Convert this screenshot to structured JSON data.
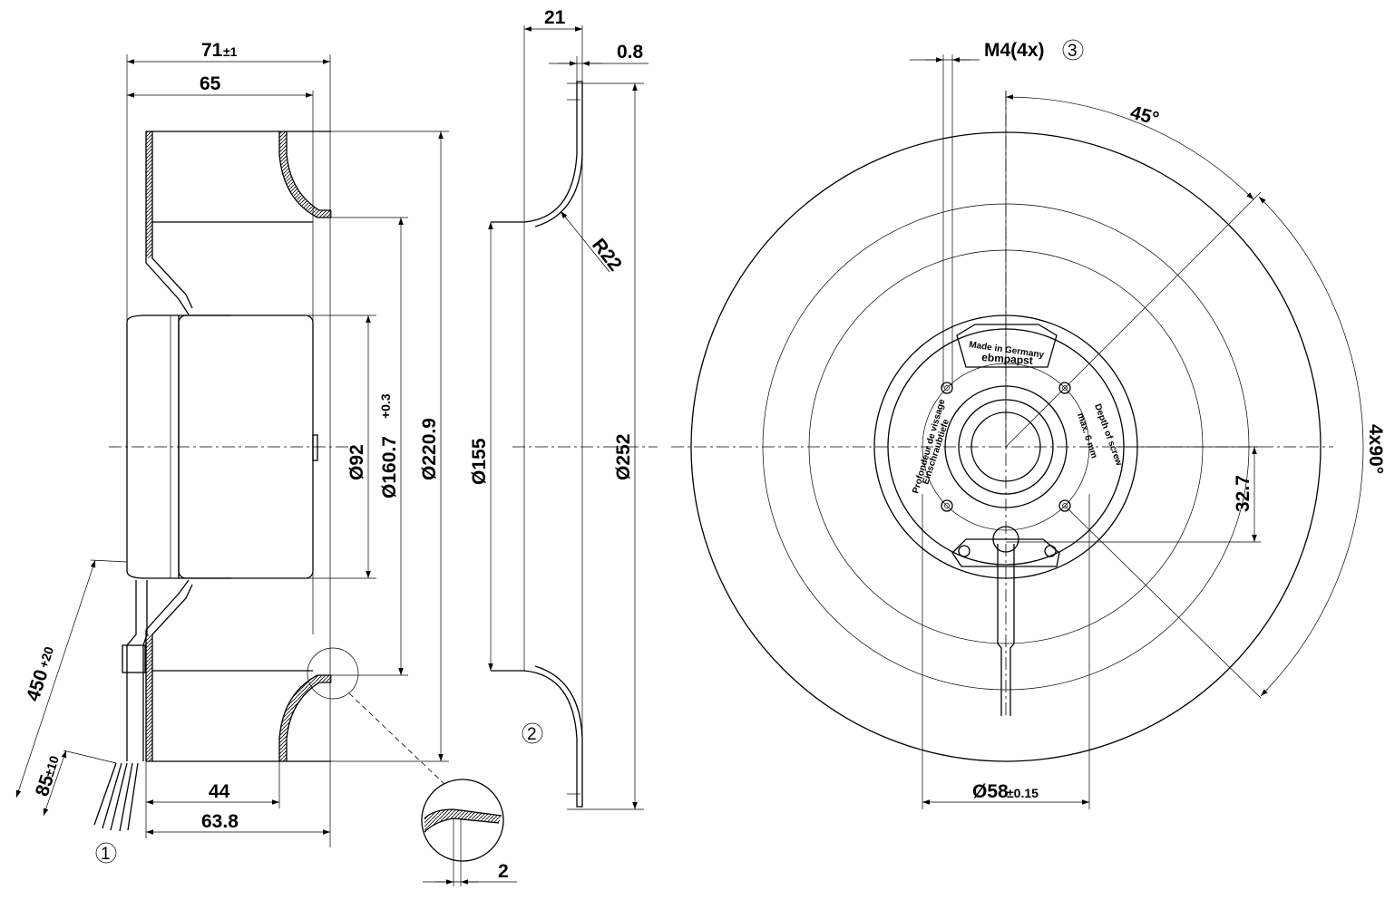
{
  "dimensions": {
    "d71": "71",
    "d71_tol": "±1",
    "d65": "65",
    "d21": "21",
    "d0_8": "0.8",
    "m4": "M4(4x)",
    "d45": "45°",
    "d160": "Ø160.7",
    "d160_tol": "+0.3",
    "d220": "Ø220.9",
    "d92": "Ø92",
    "d155": "Ø155",
    "d252": "Ø252",
    "r22": "R22",
    "d4x90": "4x90°",
    "d32_7": "32.7",
    "d450": "450",
    "d450_tol": "+20",
    "d85": "85",
    "d85_tol": "±10",
    "d44": "44",
    "d63_8": "63.8",
    "d2": "2",
    "d58": "Ø58",
    "d58_tol": "±0.15"
  },
  "callouts": {
    "c1": "1",
    "c2": "2",
    "c3": "3"
  },
  "labels": {
    "made_in": "Made in Germany",
    "brand": "ebmpapst",
    "depth_of_screw": "Depth of screw",
    "max_6mm": "max. 6 mm",
    "einschraubtiefe": "Einschraubtiefe",
    "profondeur": "Profondeur de vissage"
  }
}
